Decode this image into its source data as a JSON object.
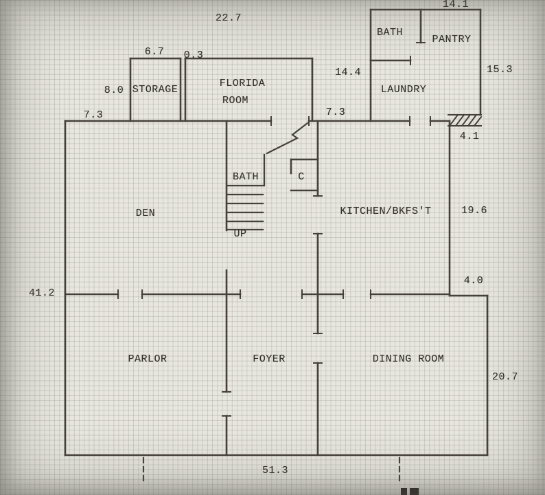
{
  "rooms": {
    "bath_top": "BATH",
    "pantry": "PANTRY",
    "laundry": "LAUNDRY",
    "storage": "STORAGE",
    "florida_line1": "FLORIDA",
    "florida_line2": "ROOM",
    "den": "DEN",
    "bath_mid": "BATH",
    "closet": "C",
    "kitchen": "KITCHEN/BKFS'T",
    "stairs": "UP",
    "parlor": "PARLOR",
    "foyer": "FOYER",
    "dining": "DINING ROOM"
  },
  "dimensions": {
    "top_overall": "22.7",
    "upper_block_top": "14.1",
    "storage_top": "6.7",
    "storage_gap": "0.3",
    "storage_left": "8.0",
    "laundry_left": "14.4",
    "upper_block_right": "15.3",
    "den_top": "7.3",
    "hall_top": "7.3",
    "stoop": "4.1",
    "kitchen_right": "19.6",
    "west_wall": "41.2",
    "jog": "4.0",
    "dining_right": "20.7",
    "south_wall": "51.3"
  },
  "colors": {
    "ink": "#45403a",
    "paper": "#e9e6e0"
  }
}
